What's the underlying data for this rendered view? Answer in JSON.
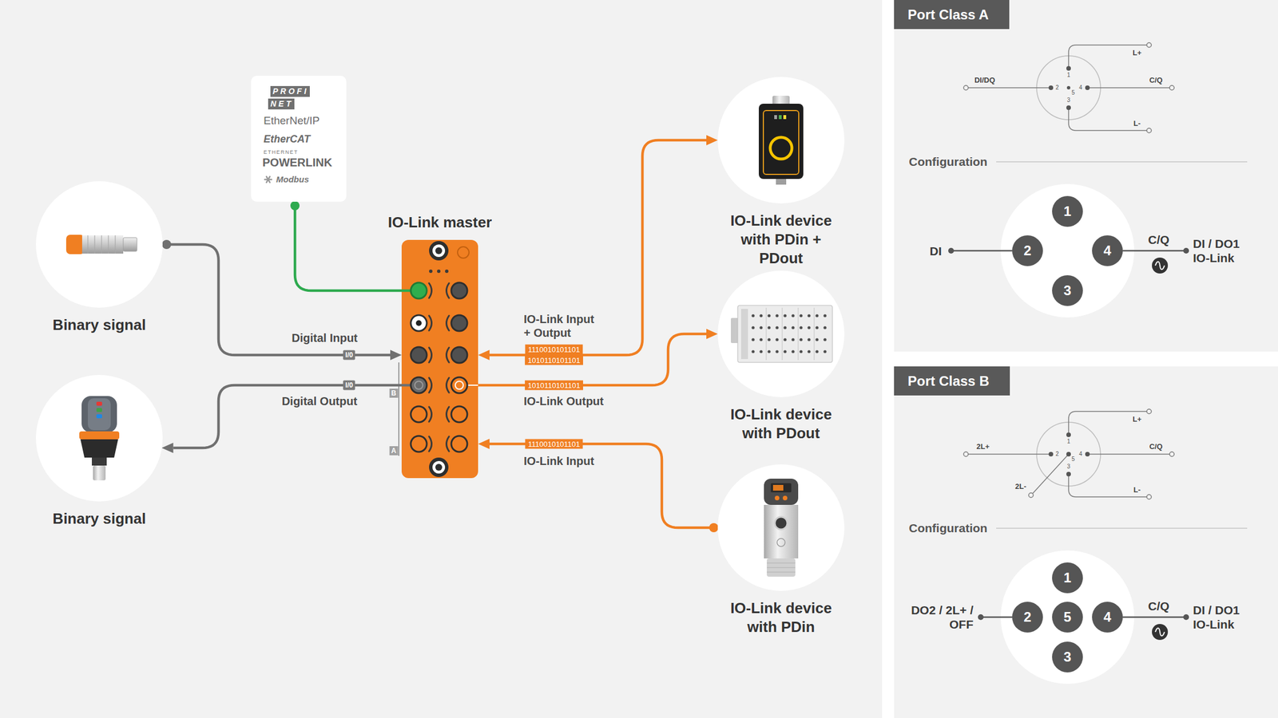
{
  "diagram": {
    "nodes": [
      {
        "text": [
          "Binary signal"
        ]
      },
      {
        "text": [
          "PROFI",
          "NET",
          "EtherNet/IP",
          "EtherCAT",
          "ETHERNET",
          "POWERLINK",
          "Modbus"
        ]
      },
      {
        "text": [
          "IO-Link master"
        ]
      },
      {
        "text": [
          "IO-Link device with PDin + PDout"
        ]
      },
      {
        "text": [
          "Binary signal"
        ]
      },
      {
        "text": [
          "IO-Link device with PDout"
        ]
      },
      {
        "text": [
          "IO-Link device with PDin"
        ]
      },
      {
        "text": [
          "Port Class A"
        ]
      },
      {
        "text": [
          "1"
        ],
        "in": 7
      },
      {
        "text": [
          "2"
        ],
        "in": 7
      },
      {
        "text": [
          "4"
        ],
        "in": 7
      },
      {
        "text": [
          "3"
        ],
        "in": 7
      },
      {
        "text": [
          "Port Class B"
        ]
      },
      {
        "text": [
          "1"
        ],
        "in": 12
      },
      {
        "text": [
          "2"
        ],
        "in": 12
      },
      {
        "text": [
          "5"
        ],
        "in": 12
      },
      {
        "text": [
          "4"
        ],
        "in": 12
      },
      {
        "text": [
          "3"
        ],
        "in": 12
      }
    ],
    "edges": [
      {
        "from": 0,
        "to": 2,
        "arrow": "to",
        "label": "Digital Input"
      },
      {
        "from": 2,
        "to": 4,
        "arrow": "to",
        "label": "Digital Output"
      },
      {
        "from": 1,
        "to": 2,
        "arrow": "none"
      },
      {
        "from": 2,
        "to": 3,
        "arrow": "both",
        "label": "IO-Link Input + Output"
      },
      {
        "from": 2,
        "to": 5,
        "arrow": "to",
        "label": "IO-Link Output"
      },
      {
        "from": 6,
        "to": 2,
        "arrow": "to",
        "label": "IO-Link Input"
      }
    ],
    "labels": [
      "I/0",
      "I/0",
      "1110010101101",
      "1010110101101",
      "1010110101101",
      "1110010101101",
      "B",
      "A",
      "L+",
      "DI/DQ",
      "C/Q",
      "1",
      "2",
      "5",
      "4",
      "3",
      "L-",
      "Configuration",
      "DI",
      "C/Q",
      "DI / DO1 IO-Link",
      "L+",
      "2L+",
      "C/Q",
      "1",
      "2",
      "5",
      "4",
      "3",
      "2L-",
      "L-",
      "Configuration",
      "DO2 / 2L+ / OFF",
      "C/Q",
      "DI / DO1 IO-Link"
    ]
  }
}
